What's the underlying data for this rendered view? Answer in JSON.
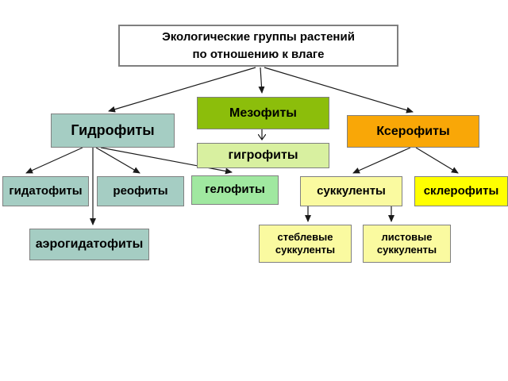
{
  "colors": {
    "background": "#FFFFFF",
    "box_border": "#808080",
    "connector": "#1A1A1A",
    "teal": "#A5CDC3",
    "apple_green": "#8CBE0B",
    "light_green": "#D8F0A0",
    "mint_green": "#A0E8A0",
    "orange": "#F9A707",
    "pale_yellow": "#FAFAA0",
    "yellow": "#FFFF00"
  },
  "diagram": {
    "title": "Экологические группы растений\nпо отношению к влаге",
    "nodes": {
      "hydrophytes": {
        "label": "Гидрофиты",
        "fill": "#A5CDC3"
      },
      "mesophytes": {
        "label": "Мезофиты",
        "fill": "#8CBE0B"
      },
      "xerophytes": {
        "label": "Ксерофиты",
        "fill": "#F9A707"
      },
      "hygrophytes": {
        "label": "гигрофиты",
        "fill": "#D8F0A0"
      },
      "hydatophytes": {
        "label": "гидатофиты",
        "fill": "#A5CDC3"
      },
      "rheophytes": {
        "label": "реофиты",
        "fill": "#A5CDC3"
      },
      "helophytes": {
        "label": "гелофиты",
        "fill": "#A0E8A0"
      },
      "succulents": {
        "label": "суккуленты",
        "fill": "#FAFAA0"
      },
      "sclerophytes": {
        "label": "склерофиты",
        "fill": "#FFFF00"
      },
      "aerohydatophytes": {
        "label": "аэрогидатофиты",
        "fill": "#A5CDC3"
      },
      "stem_succulents": {
        "label": "стеблевые\nсуккуленты",
        "fill": "#FAFAA0"
      },
      "leaf_succulents": {
        "label": "листовые\nсуккуленты",
        "fill": "#FAFAA0"
      }
    }
  }
}
